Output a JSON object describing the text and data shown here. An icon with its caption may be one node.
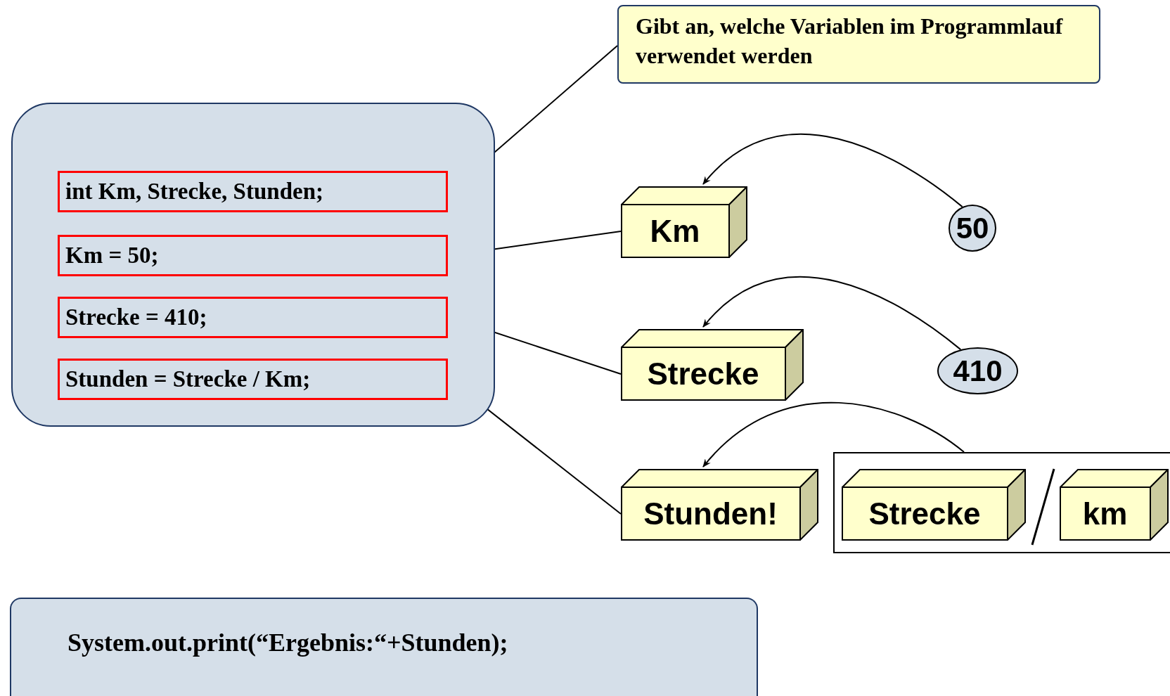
{
  "diagram": {
    "nodes": [
      {
        "text": [
          "Gibt an, welche Variablen im Programmlauf verwendet werden"
        ]
      },
      {
        "text": [],
        "shape": "box"
      },
      {
        "text": [
          "int Km, Strecke, Stunden;"
        ],
        "in": 1
      },
      {
        "text": [
          "Km = 50;"
        ],
        "in": 1
      },
      {
        "text": [
          "Strecke = 410;"
        ],
        "in": 1
      },
      {
        "text": [
          "Stunden = Strecke / Km;"
        ],
        "in": 1
      },
      {
        "text": [
          "Km"
        ]
      },
      {
        "text": [
          "50"
        ]
      },
      {
        "text": [
          "Strecke"
        ]
      },
      {
        "text": [
          "410"
        ]
      },
      {
        "text": [
          "Stunden!"
        ]
      },
      {
        "text": [],
        "shape": "box"
      },
      {
        "text": [
          "Strecke"
        ],
        "in": 11
      },
      {
        "text": [
          "km"
        ],
        "in": 11
      },
      {
        "text": [
          "System.out.print(“Ergebnis:“+Stunden);"
        ]
      }
    ],
    "edges": [
      {
        "from": 2,
        "to": 0,
        "arrow": "none"
      },
      {
        "from": 3,
        "to": 6,
        "arrow": "none"
      },
      {
        "from": 4,
        "to": 8,
        "arrow": "none"
      },
      {
        "from": 5,
        "to": 10,
        "arrow": "none"
      },
      {
        "from": 7,
        "to": 6,
        "arrow": "to"
      },
      {
        "from": 9,
        "to": 8,
        "arrow": "to"
      },
      {
        "from": 11,
        "to": 10,
        "arrow": "to"
      }
    ]
  }
}
